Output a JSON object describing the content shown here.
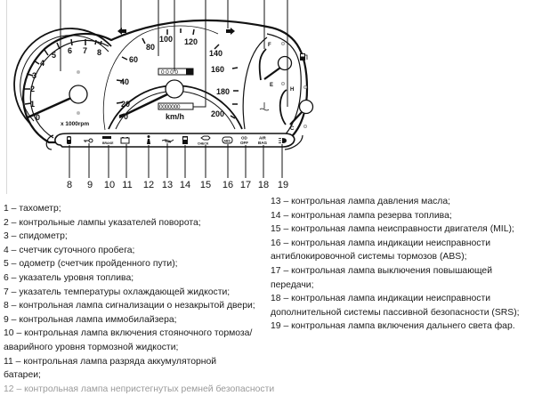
{
  "diagram": {
    "title": "Instrument cluster",
    "tachometer": {
      "ticks": [
        "0",
        "1",
        "2",
        "3",
        "4",
        "5",
        "6",
        "7",
        "8"
      ],
      "unit_label": "x 1000rpm"
    },
    "speedometer": {
      "ticks": [
        "0",
        "20",
        "40",
        "60",
        "80",
        "100",
        "120",
        "140",
        "160",
        "180",
        "200"
      ],
      "unit_label": "km/h",
      "trip_counter": "0000",
      "odometer": "0000000"
    },
    "fuel_gauge": {
      "full_label": "F",
      "empty_label": "E"
    },
    "temp_gauge": {
      "hot_label": "H",
      "cold_label": "C"
    },
    "indicator_labels": {
      "brake": "BRAKE",
      "check": "CHECK",
      "abs": "ABS",
      "od_off_1": "OD",
      "od_off_2": "OFF",
      "airbag_1": "AIR",
      "airbag_2": "BAG"
    },
    "callout_numbers": [
      "8",
      "9",
      "10",
      "11",
      "12",
      "13",
      "14",
      "15",
      "16",
      "17",
      "18",
      "19"
    ],
    "icons": [
      "door-open-icon",
      "immobilizer-key-icon",
      "brake-icon",
      "battery-icon",
      "seatbelt-icon",
      "oil-pressure-icon",
      "fuel-reserve-icon",
      "check-engine-icon",
      "abs-icon",
      "od-off-icon",
      "airbag-icon",
      "high-beam-icon"
    ]
  },
  "legend": {
    "left": [
      "1 – тахометр;",
      "2 – контрольные лампы указателей поворота;",
      "3 – спидометр;",
      "4 – счетчик суточного пробега;",
      "5 – одометр (счетчик пройденного пути);",
      "6 – указатель уровня топлива;",
      "7 – указатель температуры охлаждающей жидкости;",
      "8 – контрольная лампа сигнализации о незакрытой двери;",
      "9 – контрольная лампа иммобилайзера;",
      "10 – контрольная лампа включения стояночного тормоза/",
      "аварийного уровня тормозной жидкости;",
      "11 – контрольная лампа разряда аккумуляторной",
      "батареи;",
      "12 – контрольная лампа непристегнутых ремней безопасности"
    ],
    "right": [
      "13 – контрольная лампа давления масла;",
      "14 – контрольная лампа резерва топлива;",
      "15 – контрольная лампа неисправности двигателя (MIL);",
      "16 – контрольная лампа индикации неисправности",
      "антиблокировочной системы тормозов (ABS);",
      "17 – контрольная лампа выключения повышающей",
      "передачи;",
      "18 – контрольная лампа индикации неисправности",
      "дополнительной системы пассивной безопасности (SRS);",
      "19 – контрольная лампа включения дальнего света фар."
    ]
  }
}
